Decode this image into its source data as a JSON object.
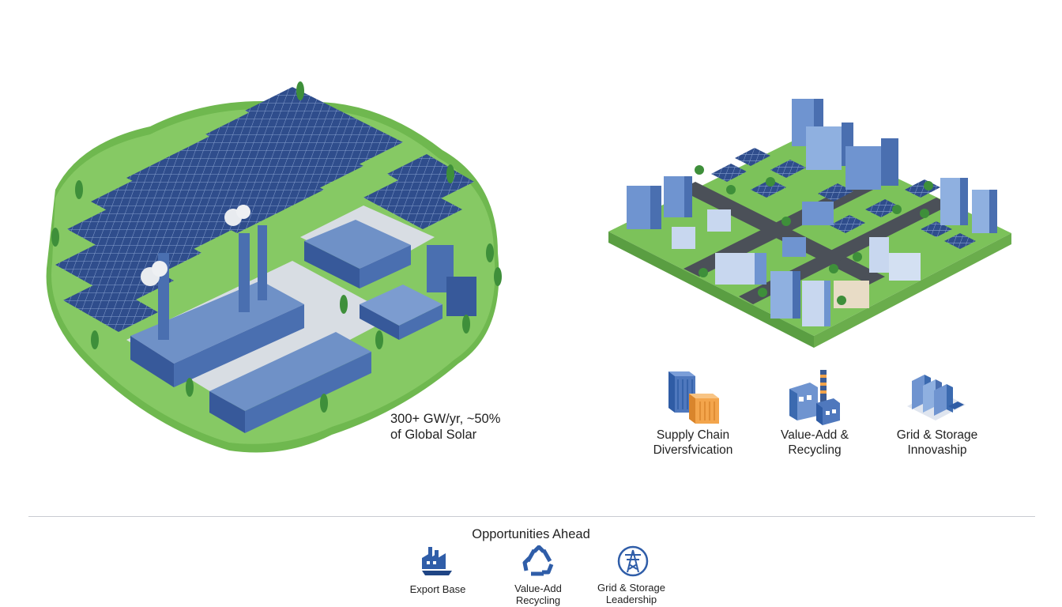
{
  "hero": {
    "stat_line1": "300+ GW/yr, ~50%",
    "stat_line2": "of Global Solar"
  },
  "features": [
    {
      "icon": "shipping-containers-icon",
      "line1": "Supply Chain",
      "line2": "Diversfvication"
    },
    {
      "icon": "factory-recycling-icon",
      "line1": "Value-Add &",
      "line2": "Recycling"
    },
    {
      "icon": "battery-storage-icon",
      "line1": "Grid & Storage",
      "line2": "Innovaship"
    }
  ],
  "opportunities": {
    "title": "Opportunities Ahead",
    "items": [
      {
        "icon": "export-factory-icon",
        "line1": "Export Base",
        "line2": ""
      },
      {
        "icon": "recycle-icon",
        "line1": "Value-Add",
        "line2": "Recycling"
      },
      {
        "icon": "transmission-tower-icon",
        "line1": "Grid & Storage",
        "line2": "Leadership"
      }
    ]
  },
  "colors": {
    "grass": "#7cc25a",
    "grass_dark": "#5ea843",
    "panel": "#2f4d8c",
    "building": "#4f75b5",
    "accent_orange": "#f0a24a",
    "icon_blue": "#2f5da8"
  }
}
